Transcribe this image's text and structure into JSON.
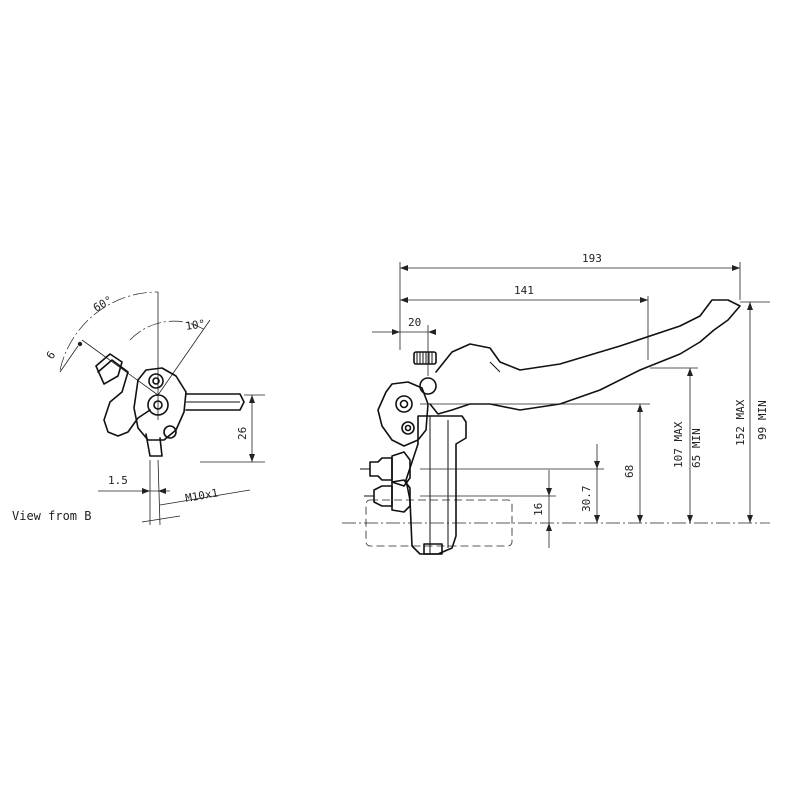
{
  "side_view": {
    "dims": {
      "overall_length": "193",
      "lever_length": "141",
      "pivot_offset": "20",
      "height_107max": "107 MAX",
      "height_65min": "65 MIN",
      "height_152max": "152 MAX",
      "height_99min": "99 MIN",
      "dim_68": "68",
      "dim_30_7": "30.7",
      "dim_16": "16"
    }
  },
  "view_b": {
    "caption": "View from B",
    "dims": {
      "angle_60": "60°",
      "angle_10": "10°",
      "dim_6": "6",
      "dim_26": "26",
      "dim_1_5": "1.5",
      "thread": "M10x1"
    }
  }
}
